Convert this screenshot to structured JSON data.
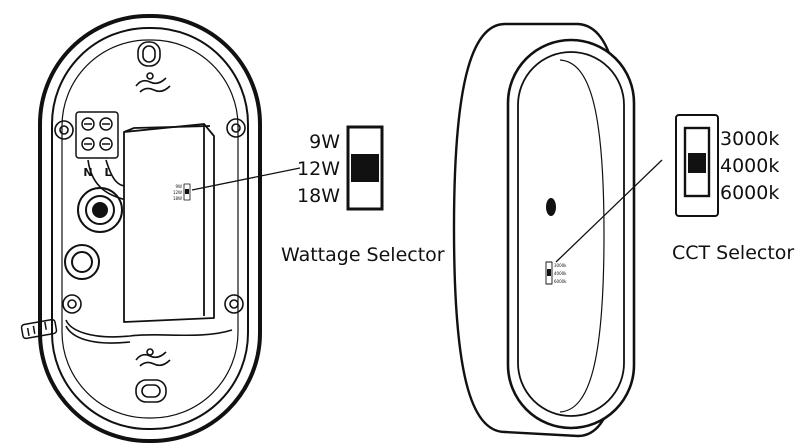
{
  "wattage_selector": {
    "title": "Wattage Selector",
    "options": [
      "9W",
      "12W",
      "18W"
    ],
    "selected": "12W"
  },
  "cct_selector": {
    "title": "CCT Selector",
    "options": [
      "3000k",
      "4000k",
      "6000k"
    ],
    "selected": "4000k"
  },
  "terminal_labels": [
    "N",
    "L"
  ],
  "colors": {
    "line": "#111111",
    "background": "#ffffff"
  }
}
